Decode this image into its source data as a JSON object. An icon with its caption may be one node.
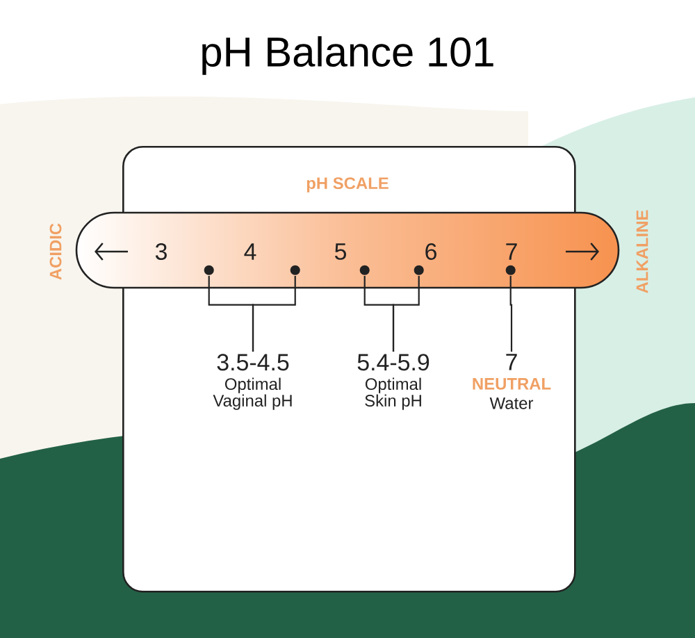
{
  "diagram": {
    "title": "pH Balance 101",
    "nodes": [
      {
        "text": [
          "pH SCALE"
        ]
      },
      {
        "text": [
          "3",
          "4",
          "5",
          "6",
          "7"
        ]
      },
      {
        "text": [],
        "shape": "circle",
        "in": 1
      },
      {
        "text": [],
        "shape": "circle",
        "in": 1
      },
      {
        "text": [],
        "shape": "circle",
        "in": 1
      },
      {
        "text": [],
        "shape": "circle",
        "in": 1
      },
      {
        "text": [],
        "shape": "circle",
        "in": 1
      },
      {
        "text": [
          "3.5-4.5",
          "Optimal Vaginal pH"
        ],
        "in": 0
      },
      {
        "text": [
          "5.4-5.9",
          "Optimal Skin pH"
        ],
        "in": 0
      },
      {
        "text": [
          "7",
          "NEUTRAL",
          "Water"
        ],
        "in": 0
      }
    ],
    "edges": [
      {
        "from": 2,
        "to": 7,
        "arrow": "none"
      },
      {
        "from": 3,
        "to": 7,
        "arrow": "none"
      },
      {
        "from": 4,
        "to": 8,
        "arrow": "none"
      },
      {
        "from": 5,
        "to": 8,
        "arrow": "none"
      },
      {
        "from": 6,
        "to": 9,
        "arrow": "none"
      }
    ],
    "labels": [
      "ACIDIC",
      "ALKALINE"
    ]
  }
}
